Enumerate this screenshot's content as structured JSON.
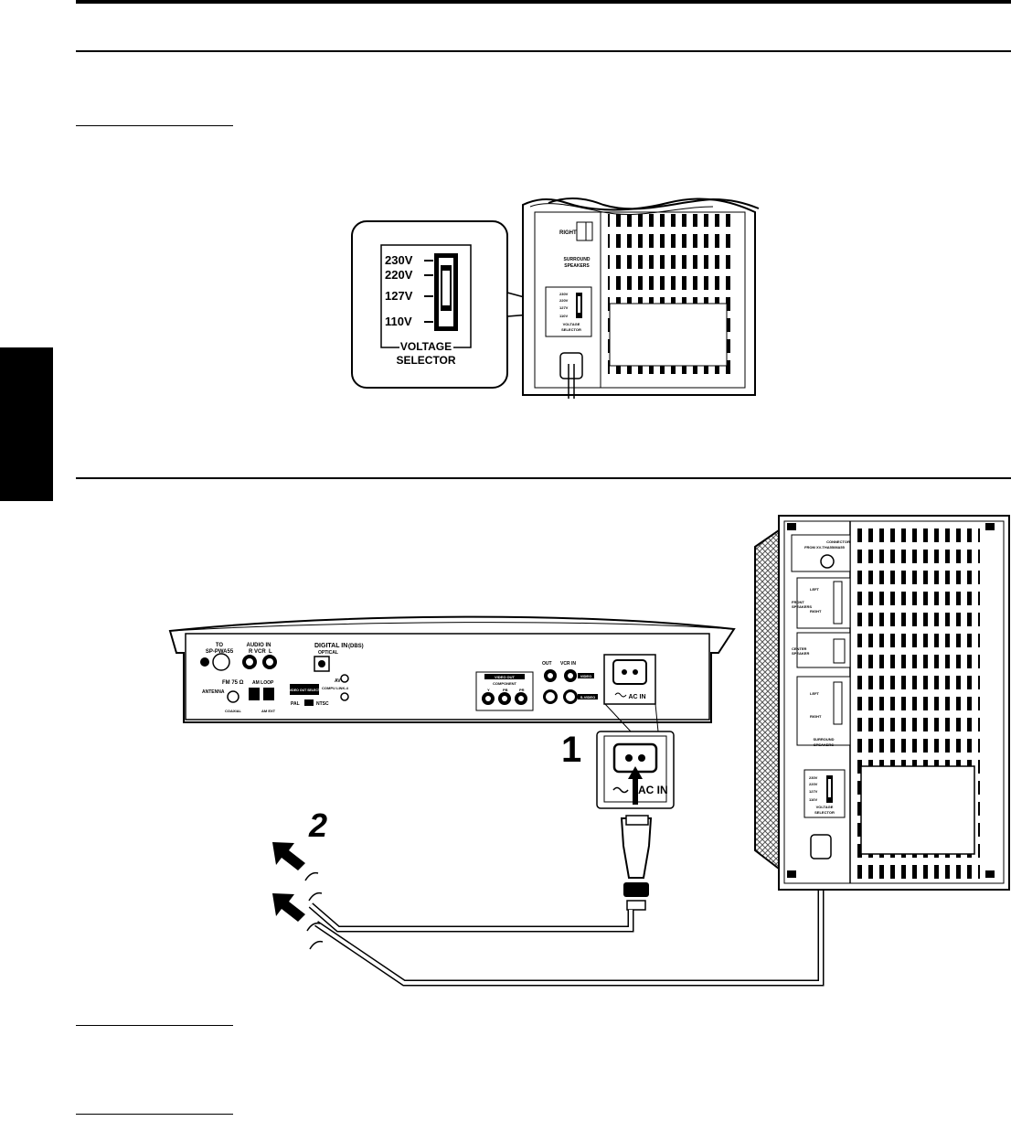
{
  "voltage_selector": {
    "options": [
      "230V",
      "220V",
      "127V",
      "110V"
    ],
    "label_line1": "VOLTAGE",
    "label_line2": "SELECTOR"
  },
  "rear_panel_small": {
    "right": "RIGHT",
    "surround_line1": "SURROUND",
    "surround_line2": "SPEAKERS",
    "mini_options": [
      "230V",
      "220V",
      "127V",
      "110V"
    ],
    "mini_label_line1": "VOLTAGE",
    "mini_label_line2": "SELECTOR"
  },
  "main_unit": {
    "to_line1": "TO",
    "to_line2": "SP-PWA55",
    "audio_in": "AUDIO IN",
    "vcr": "VCR",
    "r": "R",
    "l": "L",
    "digital_in": "DIGITAL IN",
    "dbs": "(DBS)",
    "optical": "OPTICAL",
    "antenna": "ANTENNA",
    "fm": "FM 75 Ω",
    "coaxial": "COAXIAL",
    "am_loop": "AM LOOP",
    "am_ext": "AM EXT",
    "video_out_select": "VIDEO OUT SELECT",
    "pal": "PAL",
    "ntsc": "NTSC",
    "av": "AV",
    "compu_link": "COMPU LINK-4",
    "video_out": "VIDEO OUT",
    "component": "COMPONENT",
    "y": "Y",
    "pb": "PB",
    "pr": "PR",
    "out": "OUT",
    "vcr_in": "VCR IN",
    "video": "VIDEO",
    "s_video": "S-VIDEO",
    "ac_in": "AC IN"
  },
  "step1": "1",
  "step2": "2",
  "callout_ac_in": "AC IN",
  "subwoofer": {
    "connector": "CONNECTOR",
    "from": "FROM XV-THA55/MA55",
    "left": "LEFT",
    "front_line1": "FRONT",
    "front_line2": "SPEAKERS",
    "right": "RIGHT",
    "center_line1": "CENTER",
    "center_line2": "SPEAKER",
    "left2": "LEFT",
    "right2": "RIGHT",
    "surround_line1": "SURROUND",
    "surround_line2": "SPEAKERS",
    "options": [
      "230V",
      "220V",
      "127V",
      "110V"
    ],
    "vs_line1": "VOLTAGE",
    "vs_line2": "SELECTOR"
  }
}
